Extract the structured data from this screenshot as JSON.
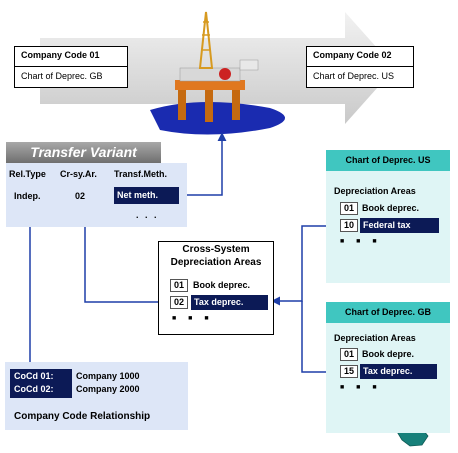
{
  "source_company": {
    "title": "Company Code 01",
    "chart": "Chart of Deprec. GB"
  },
  "target_company": {
    "title": "Company Code 02",
    "chart": "Chart of Deprec. US"
  },
  "transfer_variant": {
    "title": "Transfer Variant",
    "headers": [
      "Rel.Type",
      "Cr-sy.Ar.",
      "Transf.Meth."
    ],
    "values": [
      "Indep.",
      "02",
      "Net meth."
    ],
    "more": ". . ."
  },
  "cross_system": {
    "title_line1": "Cross-System",
    "title_line2": "Depreciation Areas",
    "rows": [
      {
        "num": "01",
        "label": "Book deprec."
      },
      {
        "num": "02",
        "label": "Tax deprec."
      }
    ],
    "more": "■ ■ ■"
  },
  "chart_us": {
    "title": "Chart of Deprec. US",
    "subtitle": "Depreciation Areas",
    "rows": [
      {
        "num": "01",
        "label": "Book deprec."
      },
      {
        "num": "10",
        "label": "Federal tax"
      }
    ],
    "more": "■ ■ ■"
  },
  "chart_gb": {
    "title": "Chart of Deprec. GB",
    "subtitle": "Depreciation Areas",
    "rows": [
      {
        "num": "01",
        "label": "Book depre."
      },
      {
        "num": "15",
        "label": "Tax deprec."
      }
    ],
    "more": "■ ■ ■"
  },
  "company_relationship": {
    "codes": [
      {
        "code": "CoCd 01:",
        "company": "Company  1000"
      },
      {
        "code": "CoCd 02:",
        "company": "Company  2000"
      }
    ],
    "caption": "Company Code Relationship"
  },
  "colors": {
    "accent_dark": "#0c1a56",
    "teal": "#40c6c0",
    "light_blue": "#dde6f7",
    "arrow_blue": "#1f3fa8"
  }
}
